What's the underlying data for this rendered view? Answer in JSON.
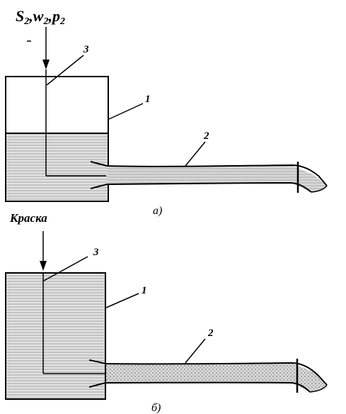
{
  "panel_a": {
    "input_label": {
      "S": "S",
      "S_sub": "2",
      "sep1": ",",
      "w": "w",
      "w_sub": "2",
      "sep2": ",",
      "p": "p",
      "p_sub": "2"
    },
    "callout_1": "1",
    "callout_2": "2",
    "callout_3": "3",
    "caption": "а)"
  },
  "panel_b": {
    "input_label": "Краска",
    "callout_1": "1",
    "callout_2": "2",
    "callout_3": "3",
    "caption": "б)"
  }
}
